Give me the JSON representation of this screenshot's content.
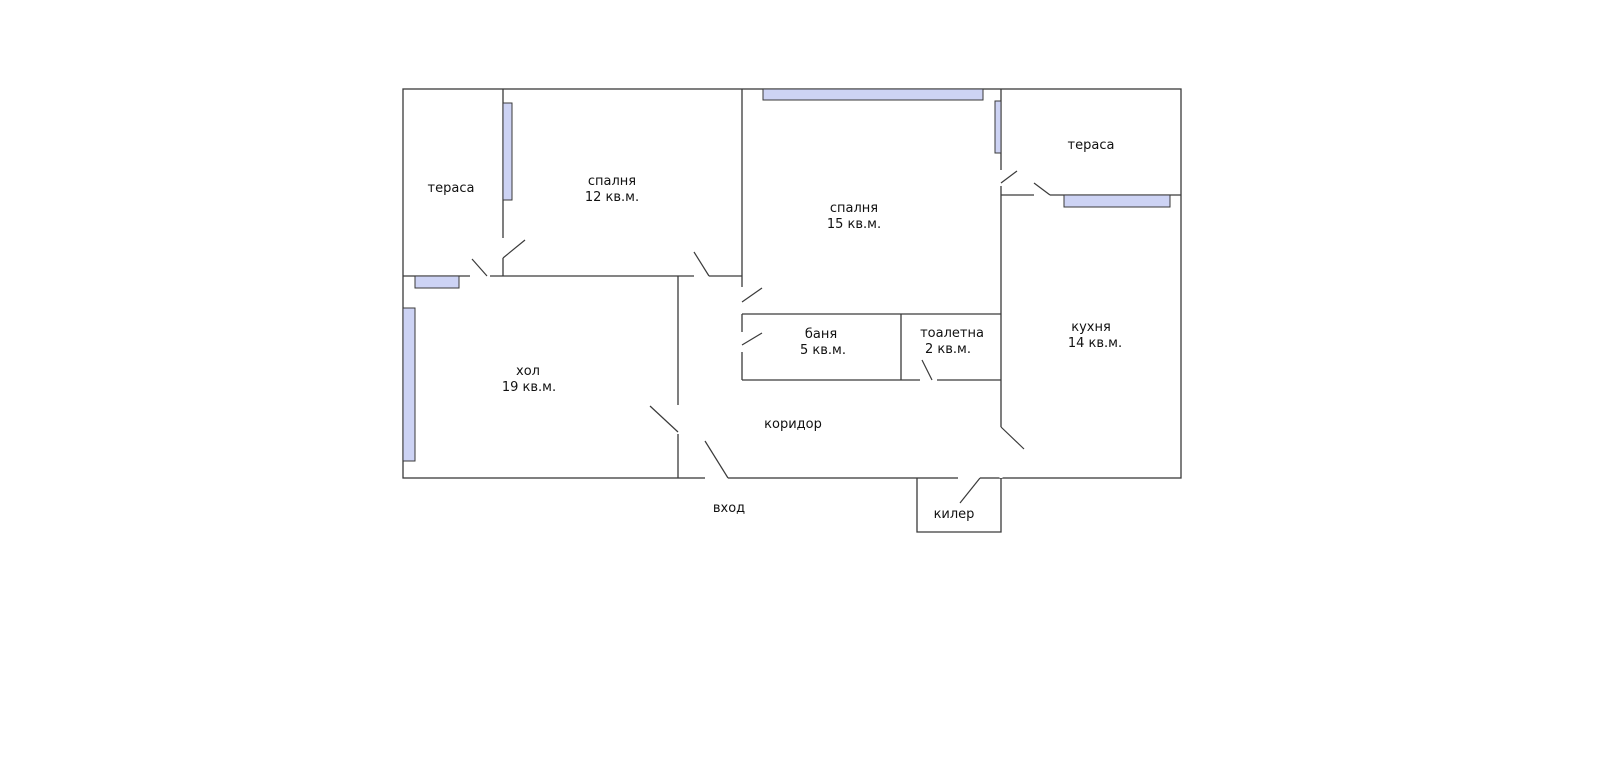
{
  "rooms": {
    "terrace_left": {
      "name": "тераса"
    },
    "bedroom_small": {
      "name": "спалня",
      "area": "12 кв.м."
    },
    "bedroom_large": {
      "name": "спалня",
      "area": "15 кв.м."
    },
    "terrace_right": {
      "name": "тераса"
    },
    "living_room": {
      "name": "хол",
      "area": "19 кв.м."
    },
    "bathroom": {
      "name": "баня",
      "area": "5 кв.м."
    },
    "toilet": {
      "name": "тоалетна",
      "area": "2 кв.м."
    },
    "kitchen": {
      "name": "кухня",
      "area": "14 кв.м."
    },
    "corridor": {
      "name": "коридор"
    },
    "entrance": {
      "name": "вход"
    },
    "pantry": {
      "name": "килер"
    }
  },
  "colors": {
    "window_fill": "#cdd3f4",
    "wall": "#3a3a3a"
  }
}
